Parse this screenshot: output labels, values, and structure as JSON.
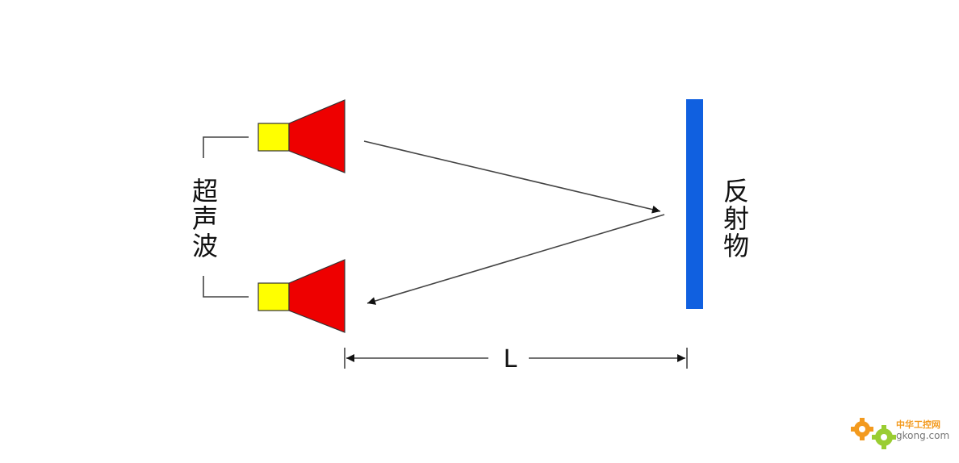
{
  "labels": {
    "ultrasonic": [
      "超",
      "声",
      "波"
    ],
    "reflector": [
      "反",
      "射",
      "物"
    ],
    "distance": "L"
  },
  "watermark": {
    "brand": "中华工控网",
    "site": "gkong.com"
  },
  "colors": {
    "horn": "#ee0000",
    "horn_base": "#ffff00",
    "reflector": "#1060e0",
    "line": "#444444",
    "text": "#111111",
    "watermark_orange": "#f39a1e",
    "watermark_green": "#9acd32"
  },
  "icons": [
    "transmitter-horn-icon",
    "receiver-horn-icon",
    "gear-icon"
  ]
}
